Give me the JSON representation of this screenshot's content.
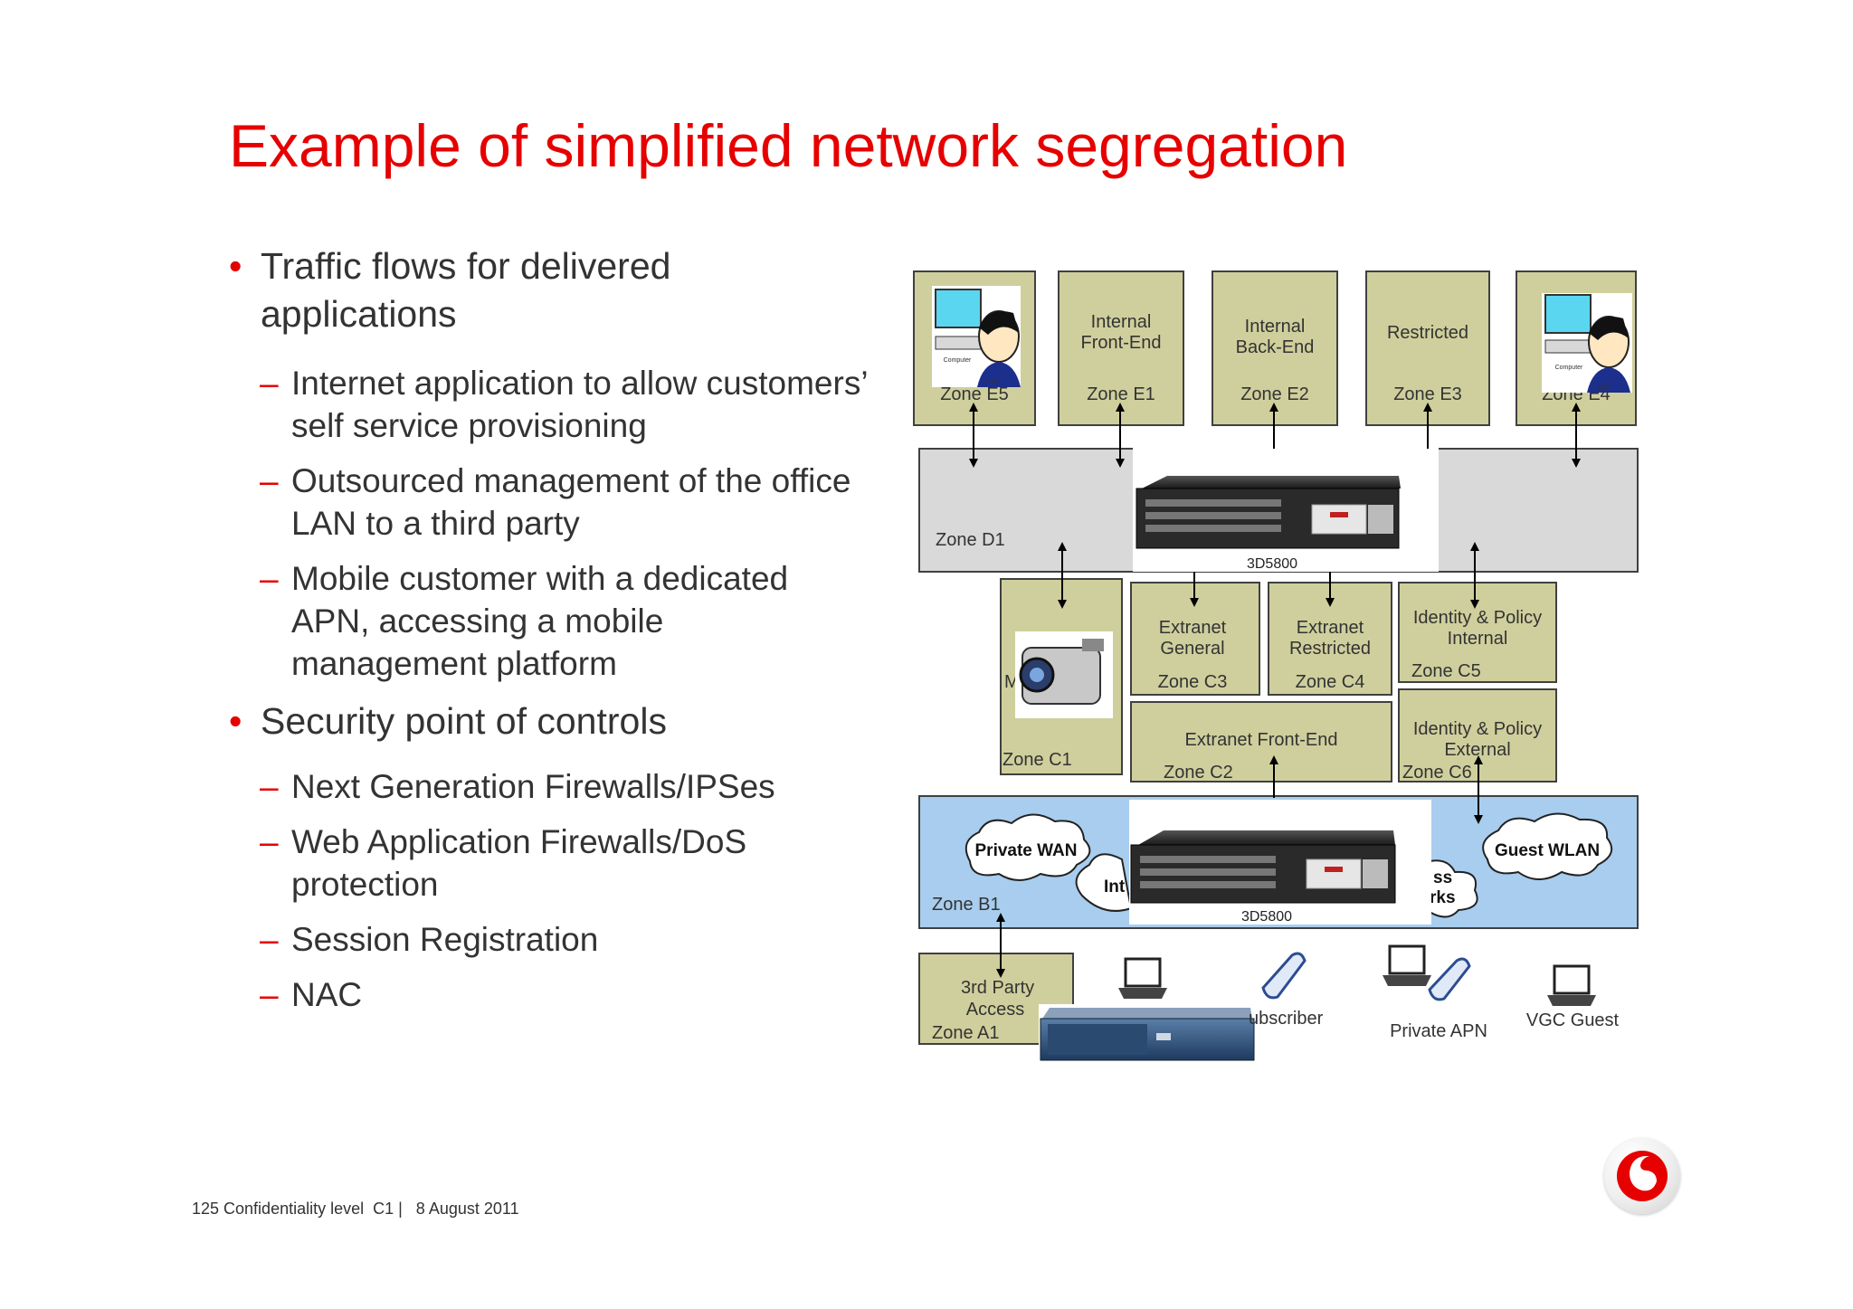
{
  "slide": {
    "title": "Example of simplified network segregation",
    "bullets": [
      {
        "text": "Traffic flows for delivered applications",
        "subs": [
          "Internet application to allow customers’ self service provisioning",
          "Outsourced management of the office LAN to a third party",
          "Mobile customer with a dedicated APN, accessing a mobile management platform"
        ]
      },
      {
        "text": "Security point of controls",
        "subs": [
          "Next Generation Firewalls/IPSes",
          "Web Application Firewalls/DoS protection",
          "Session Registration",
          "NAC"
        ]
      }
    ],
    "footer": "125 Confidentiality level  C1 |   8 August 2011"
  },
  "diagram": {
    "zones_e": [
      {
        "id": "e5",
        "line1": "",
        "line2": "",
        "zone": "Zone E5"
      },
      {
        "id": "e1",
        "line1": "Internal",
        "line2": "Front-End",
        "zone": "Zone E1"
      },
      {
        "id": "e2",
        "line1": "Internal",
        "line2": "Back-End",
        "zone": "Zone E2"
      },
      {
        "id": "e3",
        "line1": "Restricted",
        "line2": "",
        "zone": "Zone E3"
      },
      {
        "id": "e4",
        "line1": "",
        "line2": "",
        "zone": "Zone E4"
      }
    ],
    "user_labels": {
      "computer": "Computer",
      "user": "User"
    },
    "zone_d1": "Zone D1",
    "device_label": "3D5800",
    "zone_c1": {
      "line1": "M",
      "zone": "Zone C1"
    },
    "zone_c3": {
      "line1": "Extranet",
      "line2": "General",
      "zone": "Zone C3"
    },
    "zone_c4": {
      "line1": "Extranet",
      "line2": "Restricted",
      "zone": "Zone C4"
    },
    "zone_c5": {
      "line1": "Identity & Policy",
      "line2": "Internal",
      "zone": "Zone C5"
    },
    "zone_c2": {
      "line1": "Extranet Front-End",
      "zone": "Zone C2"
    },
    "zone_c6": {
      "line1": "Identity & Policy",
      "line2": "External",
      "zone": "Zone C6"
    },
    "zone_b1": {
      "zone": "Zone B1",
      "private_wan": "Private WAN",
      "guest_wlan": "Guest WLAN",
      "internet_fragment": "Int",
      "wireless_fragment1": "ss",
      "wireless_fragment2": "rks"
    },
    "zone_a1": {
      "line1": "3rd Party",
      "line2": "Access",
      "zone": "Zone A1"
    },
    "bottom_labels": {
      "subscriber": "ubscriber",
      "private_apn": "Private APN",
      "vgc_guest": "VGC Guest"
    },
    "colors": {
      "zone_fill": "#cfcf9d",
      "zone_d_fill": "#d9d9d9",
      "zone_b_fill": "#a8cdee",
      "accent_red": "#e60000"
    }
  }
}
